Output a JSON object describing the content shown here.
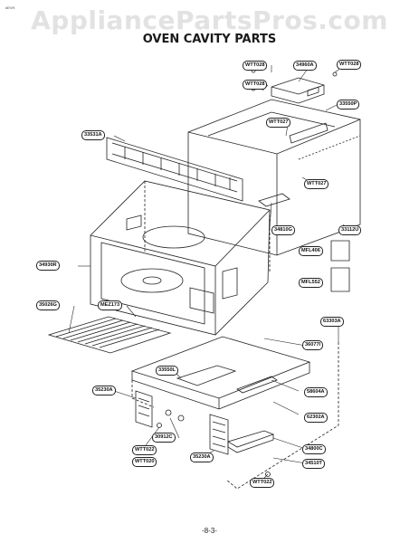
{
  "watermark": "AppliancePartsPros.com",
  "corner_code": "#EVH",
  "title": "OVEN CAVITY PARTS",
  "page_number": "-8-3-",
  "part_labels": [
    "WTT028",
    "34960A",
    "WTT028",
    "WTT028",
    "33550P",
    "WTT027",
    "33531A",
    "WTT027",
    "34810G",
    "33112U",
    "MFL406",
    "MFL552",
    "34930R",
    "35026G",
    "MEZ173",
    "63303A",
    "36077I",
    "33550L",
    "58604A",
    "35230A",
    "62302A",
    "30912C",
    "WTT022",
    "WTT020",
    "35230A",
    "34800C",
    "34510T",
    "WTT022"
  ]
}
